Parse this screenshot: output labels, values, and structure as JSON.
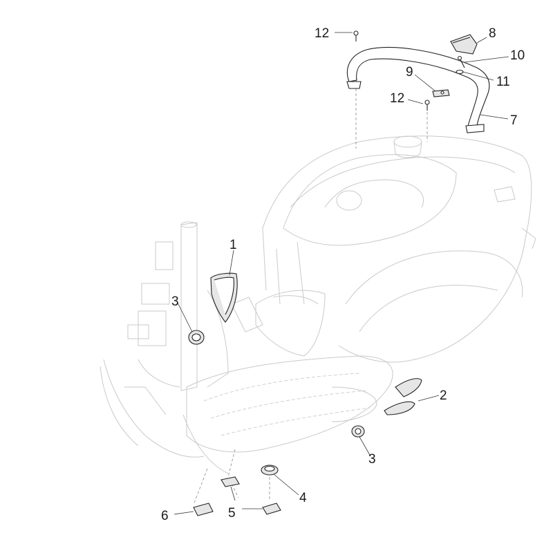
{
  "callouts": [
    {
      "id": "c1",
      "label": "1"
    },
    {
      "id": "c2",
      "label": "2"
    },
    {
      "id": "c3a",
      "label": "3"
    },
    {
      "id": "c3b",
      "label": "3"
    },
    {
      "id": "c4",
      "label": "4"
    },
    {
      "id": "c5",
      "label": "5"
    },
    {
      "id": "c6",
      "label": "6"
    },
    {
      "id": "c7",
      "label": "7"
    },
    {
      "id": "c8",
      "label": "8"
    },
    {
      "id": "c9",
      "label": "9"
    },
    {
      "id": "c10",
      "label": "10"
    },
    {
      "id": "c11",
      "label": "11"
    },
    {
      "id": "c12a",
      "label": "12"
    },
    {
      "id": "c12b",
      "label": "12"
    }
  ]
}
